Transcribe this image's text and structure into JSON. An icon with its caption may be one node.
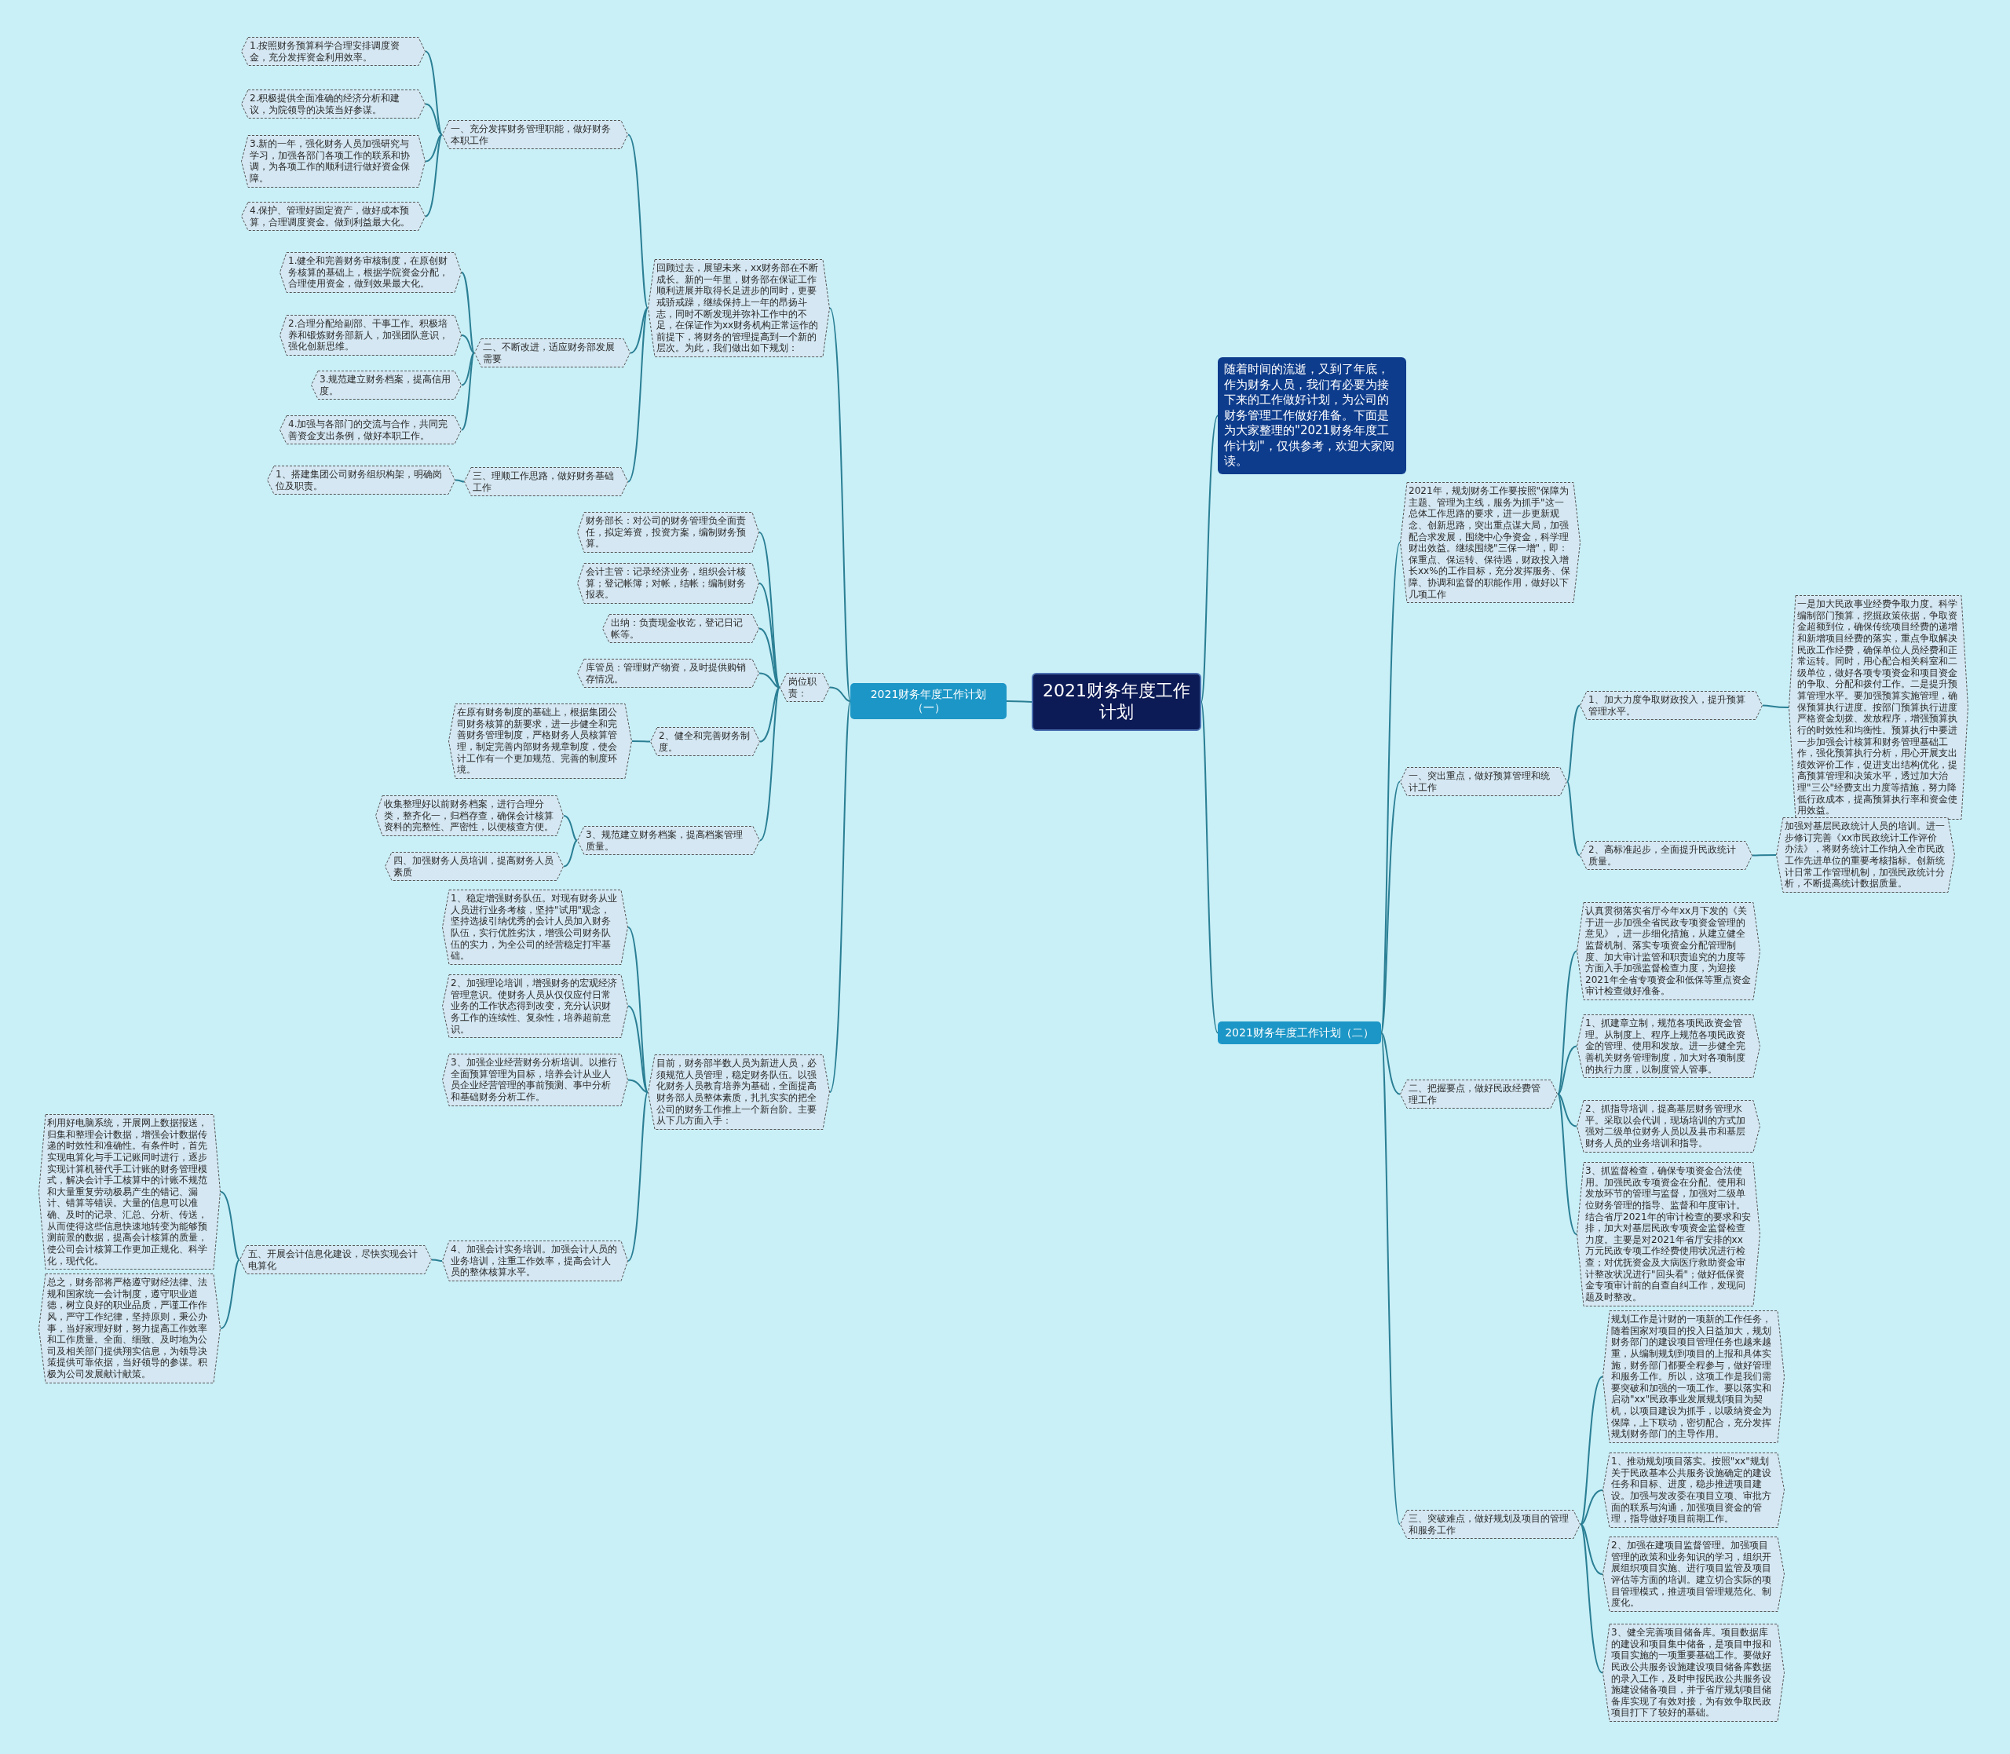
{
  "diagram": {
    "nodes": [
      {
        "text": [
          "2021财务年度工作计划"
        ]
      },
      {
        "text": [
          "随着时间的流逝，又到了年底，作为财务人员，我们有必要为接下来的工作做好计划，为公司的财务管理工作做好准备。下面是为大家整理的\"2021财务年度工作计划\"，仅供参考，欢迎大家阅读。"
        ]
      },
      {
        "text": [
          "2021财务年度工作计划（一）"
        ]
      },
      {
        "text": [
          "回顾过去，展望未来，xx财务部在不断成长。新的一年里，财务部在保证工作顺利进展并取得长足进步的同时，更要戒骄戒躁，继续保持上一年的昂扬斗志，同时不断发现并弥补工作中的不足，在保证作为xx财务机构正常运作的前提下，将财务的管理提高到一个新的层次。为此，我们做出如下规划："
        ]
      },
      {
        "text": [
          "一、充分发挥财务管理职能，做好财务本职工作"
        ]
      },
      {
        "text": [
          "1.按照财务预算科学合理安排调度资金，充分发挥资金利用效率。"
        ]
      },
      {
        "text": [
          "2.积极提供全面准确的经济分析和建议，为院领导的决策当好参谋。"
        ]
      },
      {
        "text": [
          "3.新的一年，强化财务人员加强研究与学习，加强各部门各项工作的联系和协调，为各项工作的顺利进行做好资金保障。"
        ]
      },
      {
        "text": [
          "4.保护、管理好固定资产，做好成本预算，合理调度资金。做到利益最大化。"
        ]
      },
      {
        "text": [
          "二、不断改进，适应财务部发展需要"
        ]
      },
      {
        "text": [
          "1.健全和完善财务审核制度，在原创财务核算的基础上，根据学院资金分配，合理使用资金，做到效果最大化。"
        ]
      },
      {
        "text": [
          "2.合理分配给副部、干事工作。积极培养和锻炼财务部新人，加强团队意识，强化创新思维。"
        ]
      },
      {
        "text": [
          "3.规范建立财务档案，提高信用度。"
        ]
      },
      {
        "text": [
          "4.加强与各部门的交流与合作，共同完善资金支出条例，做好本职工作。"
        ]
      },
      {
        "text": [
          "三、理顺工作思路，做好财务基础工作"
        ]
      },
      {
        "text": [
          "1、搭建集团公司财务组织构架，明确岗位及职责。"
        ]
      },
      {
        "text": [
          "岗位职责："
        ]
      },
      {
        "text": [
          "财务部长：对公司的财务管理负全面责任，拟定筹资，投资方案，编制财务预算。"
        ]
      },
      {
        "text": [
          "会计主管：记录经济业务，组织会计核算；登记帐簿；对帐，结帐；编制财务报表。"
        ]
      },
      {
        "text": [
          "出纳：负责现金收讫，登记日记帐等。"
        ]
      },
      {
        "text": [
          "库管员：管理财产物资，及时提供购销存情况。"
        ]
      },
      {
        "text": [
          "2、健全和完善财务制度。"
        ]
      },
      {
        "text": [
          "在原有财务制度的基础上，根据集团公司财务核算的新要求，进一步健全和完善财务管理制度，严格财务人员核算管理，制定完善内部财务规章制度，使会计工作有一个更加规范、完善的制度环境。"
        ]
      },
      {
        "text": [
          "3、规范建立财务档案，提高档案管理质量。"
        ]
      },
      {
        "text": [
          "收集整理好以前财务档案，进行合理分类，整齐化一，归档存查，确保会计核算资料的完整性、严密性，以便核查方便。"
        ]
      },
      {
        "text": [
          "四、加强财务人员培训，提高财务人员素质"
        ]
      },
      {
        "text": [
          "目前，财务部半数人员为新进人员，必须规范人员管理，稳定财务队伍。以强化财务人员教育培养为基础，全面提高财务部人员整体素质，扎扎实实的把全公司的财务工作推上一个新台阶。主要从下几方面入手："
        ]
      },
      {
        "text": [
          "1、稳定增强财务队伍。对现有财务从业人员进行业务考核，坚持\"试用\"观念，坚持选拔引纳优秀的会计人员加入财务队伍，实行优胜劣汰，增强公司财务队伍的实力，为全公司的经营稳定打牢基础。"
        ]
      },
      {
        "text": [
          "2、加强理论培训，增强财务的宏观经济管理意识。使财务人员从仅仅应付日常业务的工作状态得到改变，充分认识财务工作的连续性、复杂性，培养超前意识。"
        ]
      },
      {
        "text": [
          "3、加强企业经营财务分析培训。以推行全面预算管理为目标，培养会计从业人员企业经营管理的事前预测、事中分析和基础财务分析工作。"
        ]
      },
      {
        "text": [
          "4、加强会计实务培训。加强会计人员的业务培训，注重工作效率，提高会计人员的整体核算水平。"
        ]
      },
      {
        "text": [
          "五、开展会计信息化建设，尽快实现会计电算化"
        ]
      },
      {
        "text": [
          "利用好电脑系统，开展网上数据报送，归集和整理会计数据，增强会计数据传递的时效性和准确性。有条件时，首先实现电算化与手工记账同时进行，逐步实现计算机替代手工计账的财务管理模式，解决会计手工核算中的计账不规范和大量重复劳动极易产生的错记、漏计、错算等错误。大量的信息可以准确、及时的记录、汇总、分析、传送，从而使得这些信息快速地转变为能够预测前景的数据，提高会计核算的质量，使公司会计核算工作更加正规化、科学化，现代化。"
        ]
      },
      {
        "text": [
          "总之，财务部将严格遵守财经法律、法规和国家统一会计制度，遵守职业道德，树立良好的职业品质，严谨工作作风，严守工作纪律，坚持原则，秉公办事，当好家理好财，努力提高工作效率和工作质量。全面、细致、及时地为公司及相关部门提供翔实信息，为领导决策提供可靠依据，当好领导的参谋。积极为公司发展献计献策。"
        ]
      },
      {
        "text": [
          "2021财务年度工作计划（二）"
        ]
      },
      {
        "text": [
          "2021年，规划财务工作要按照\"保障为主题、管理为主线，服务为抓手\"这一总体工作思路的要求，进一步更新观念、创新思路，突出重点谋大局，加强配合求发展，围绕中心争资金，科学理财出效益。继续围绕\"三保一增\"，即：保重点、保运转、保待遇，财政投入增长xx%的工作目标，充分发挥服务、保障、协调和监督的职能作用，做好以下几项工作"
        ]
      },
      {
        "text": [
          "一、突出重点，做好预算管理和统计工作"
        ]
      },
      {
        "text": [
          "1、加大力度争取财政投入，提升预算管理水平。"
        ]
      },
      {
        "text": [
          "一是加大民政事业经费争取力度。科学编制部门预算，挖掘政策依据，争取资金超额到位，确保传统项目经费的递增和新增项目经费的落实，重点争取解决民政工作经费，确保单位人员经费和正常运转。同时，用心配合相关科室和二级单位，做好各项专项资金和项目资金的争取、分配和拨付工作。二是提升预算管理水平。要加强预算实施管理，确保预算执行进度。按部门预算执行进度严格资金划拨、发放程序，增强预算执行的时效性和均衡性。预算执行中要进一步加强会计核算和财务管理基础工作，强化预算执行分析，用心开展支出绩效评价工作，促进支出结构优化，提高预算管理和决策水平，透过加大治理\"三公\"经费支出力度等措施，努力降低行政成本，提高预算执行率和资金使用效益。"
        ]
      },
      {
        "text": [
          "2、高标准起步，全面提升民政统计质量。"
        ]
      },
      {
        "text": [
          "加强对基层民政统计人员的培训。进一步修订完善《xx市民政统计工作评价办法》，将财务统计工作纳入全市民政工作先进单位的重要考核指标。创新统计日常工作管理机制，加强民政统计分析，不断提高统计数据质量。"
        ]
      },
      {
        "text": [
          "二、把握要点，做好民政经费管理工作"
        ]
      },
      {
        "text": [
          "认真贯彻落实省厅今年xx月下发的《关于进一步加强全省民政专项资金管理的意见》，进一步细化措施，从建立健全监督机制、落实专项资金分配管理制度、加大审计监管和职责追究的力度等方面入手加强监督检查力度，为迎接2021年全省专项资金和低保等重点资金审计检查做好准备。"
        ]
      },
      {
        "text": [
          "1、抓建章立制，规范各项民政资金管理。从制度上、程序上规范各项民政资金的管理、使用和发放。进一步健全完善机关财务管理制度，加大对各项制度的执行力度，以制度管人管事。"
        ]
      },
      {
        "text": [
          "2、抓指导培训，提高基层财务管理水平。采取以会代训，现场培训的方式加强对二级单位财务人员以及县市和基层财务人员的业务培训和指导。"
        ]
      },
      {
        "text": [
          "3、抓监督检查，确保专项资金合法使用。加强民政专项资金在分配、使用和发放环节的管理与监督，加强对二级单位财务管理的指导、监督和年度审计。结合省厅2021年的审计检查的要求和安排，加大对基层民政专项资金监督检查力度。主要是对2021年省厅安排的xx万元民政专项工作经费使用状况进行检查；对优抚资金及大病医疗救助资金审计整改状况进行\"回头看\"；做好低保资金专项审计前的自查自纠工作，发现问题及时整改。"
        ]
      },
      {
        "text": [
          "三、突破难点，做好规划及项目的管理和服务工作"
        ]
      },
      {
        "text": [
          "规划工作是计财的一项新的工作任务，随着国家对项目的投入日益加大，规划财务部门的建设项目管理任务也越来越重，从编制规划到项目的上报和具体实施，财务部门都要全程参与，做好管理和服务工作。所以，这项工作是我们需要突破和加强的一项工作。要以落实和启动\"xx\"民政事业发展规划项目为契机，以项目建设为抓手，以吸纳资金为保障，上下联动，密切配合，充分发挥规划财务部门的主导作用。"
        ]
      },
      {
        "text": [
          "1、推动规划项目落实。按照\"xx\"规划关于民政基本公共服务设施确定的建设任务和目标、进度，稳步推进项目建设。加强与发改委在项目立项、审批方面的联系与沟通，加强项目资金的管理，指导做好项目前期工作。"
        ]
      },
      {
        "text": [
          "2、加强在建项目监督管理。加强项目管理的政策和业务知识的学习，组织开展组织项目实施、进行项目监管及项目评估等方面的培训。建立切合实际的项目管理模式，推进项目管理规范化、制度化。"
        ]
      },
      {
        "text": [
          "3、健全完善项目储备库。项目数据库的建设和项目集中储备，是项目申报和项目实施的一项重要基础工作。要做好民政公共服务设施建设项目储备库数据的录入工作，及时申报民政公共服务设施建设储备项目，并于省厅规划项目储备库实现了有效对接，为有效争取民政项目打下了较好的基础。"
        ]
      }
    ],
    "edges": [
      {
        "from": 0,
        "to": 1,
        "arrow": "none"
      },
      {
        "from": 0,
        "to": 2,
        "arrow": "none"
      },
      {
        "from": 2,
        "to": 3,
        "arrow": "none"
      },
      {
        "from": 3,
        "to": 4,
        "arrow": "none"
      },
      {
        "from": 4,
        "to": 5,
        "arrow": "none"
      },
      {
        "from": 4,
        "to": 6,
        "arrow": "none"
      },
      {
        "from": 4,
        "to": 7,
        "arrow": "none"
      },
      {
        "from": 4,
        "to": 8,
        "arrow": "none"
      },
      {
        "from": 3,
        "to": 9,
        "arrow": "none"
      },
      {
        "from": 9,
        "to": 10,
        "arrow": "none"
      },
      {
        "from": 9,
        "to": 11,
        "arrow": "none"
      },
      {
        "from": 9,
        "to": 12,
        "arrow": "none"
      },
      {
        "from": 9,
        "to": 13,
        "arrow": "none"
      },
      {
        "from": 3,
        "to": 14,
        "arrow": "none"
      },
      {
        "from": 14,
        "to": 15,
        "arrow": "none"
      },
      {
        "from": 2,
        "to": 16,
        "arrow": "none"
      },
      {
        "from": 16,
        "to": 17,
        "arrow": "none"
      },
      {
        "from": 16,
        "to": 18,
        "arrow": "none"
      },
      {
        "from": 16,
        "to": 19,
        "arrow": "none"
      },
      {
        "from": 16,
        "to": 20,
        "arrow": "none"
      },
      {
        "from": 16,
        "to": 21,
        "arrow": "none"
      },
      {
        "from": 21,
        "to": 22,
        "arrow": "none"
      },
      {
        "from": 16,
        "to": 23,
        "arrow": "none"
      },
      {
        "from": 23,
        "to": 24,
        "arrow": "none"
      },
      {
        "from": 23,
        "to": 25,
        "arrow": "none"
      },
      {
        "from": 2,
        "to": 26,
        "arrow": "none"
      },
      {
        "from": 26,
        "to": 27,
        "arrow": "none"
      },
      {
        "from": 26,
        "to": 28,
        "arrow": "none"
      },
      {
        "from": 26,
        "to": 29,
        "arrow": "none"
      },
      {
        "from": 26,
        "to": 30,
        "arrow": "none"
      },
      {
        "from": 30,
        "to": 31,
        "arrow": "none"
      },
      {
        "from": 31,
        "to": 32,
        "arrow": "none"
      },
      {
        "from": 31,
        "to": 33,
        "arrow": "none"
      },
      {
        "from": 0,
        "to": 34,
        "arrow": "none"
      },
      {
        "from": 34,
        "to": 35,
        "arrow": "none"
      },
      {
        "from": 34,
        "to": 36,
        "arrow": "none"
      },
      {
        "from": 36,
        "to": 37,
        "arrow": "none"
      },
      {
        "from": 37,
        "to": 38,
        "arrow": "none"
      },
      {
        "from": 36,
        "to": 39,
        "arrow": "none"
      },
      {
        "from": 39,
        "to": 40,
        "arrow": "none"
      },
      {
        "from": 34,
        "to": 41,
        "arrow": "none"
      },
      {
        "from": 41,
        "to": 42,
        "arrow": "none"
      },
      {
        "from": 41,
        "to": 43,
        "arrow": "none"
      },
      {
        "from": 41,
        "to": 44,
        "arrow": "none"
      },
      {
        "from": 41,
        "to": 45,
        "arrow": "none"
      },
      {
        "from": 34,
        "to": 46,
        "arrow": "none"
      },
      {
        "from": 46,
        "to": 47,
        "arrow": "none"
      },
      {
        "from": 46,
        "to": 48,
        "arrow": "none"
      },
      {
        "from": 46,
        "to": 49,
        "arrow": "none"
      },
      {
        "from": 46,
        "to": 50,
        "arrow": "none"
      }
    ]
  }
}
